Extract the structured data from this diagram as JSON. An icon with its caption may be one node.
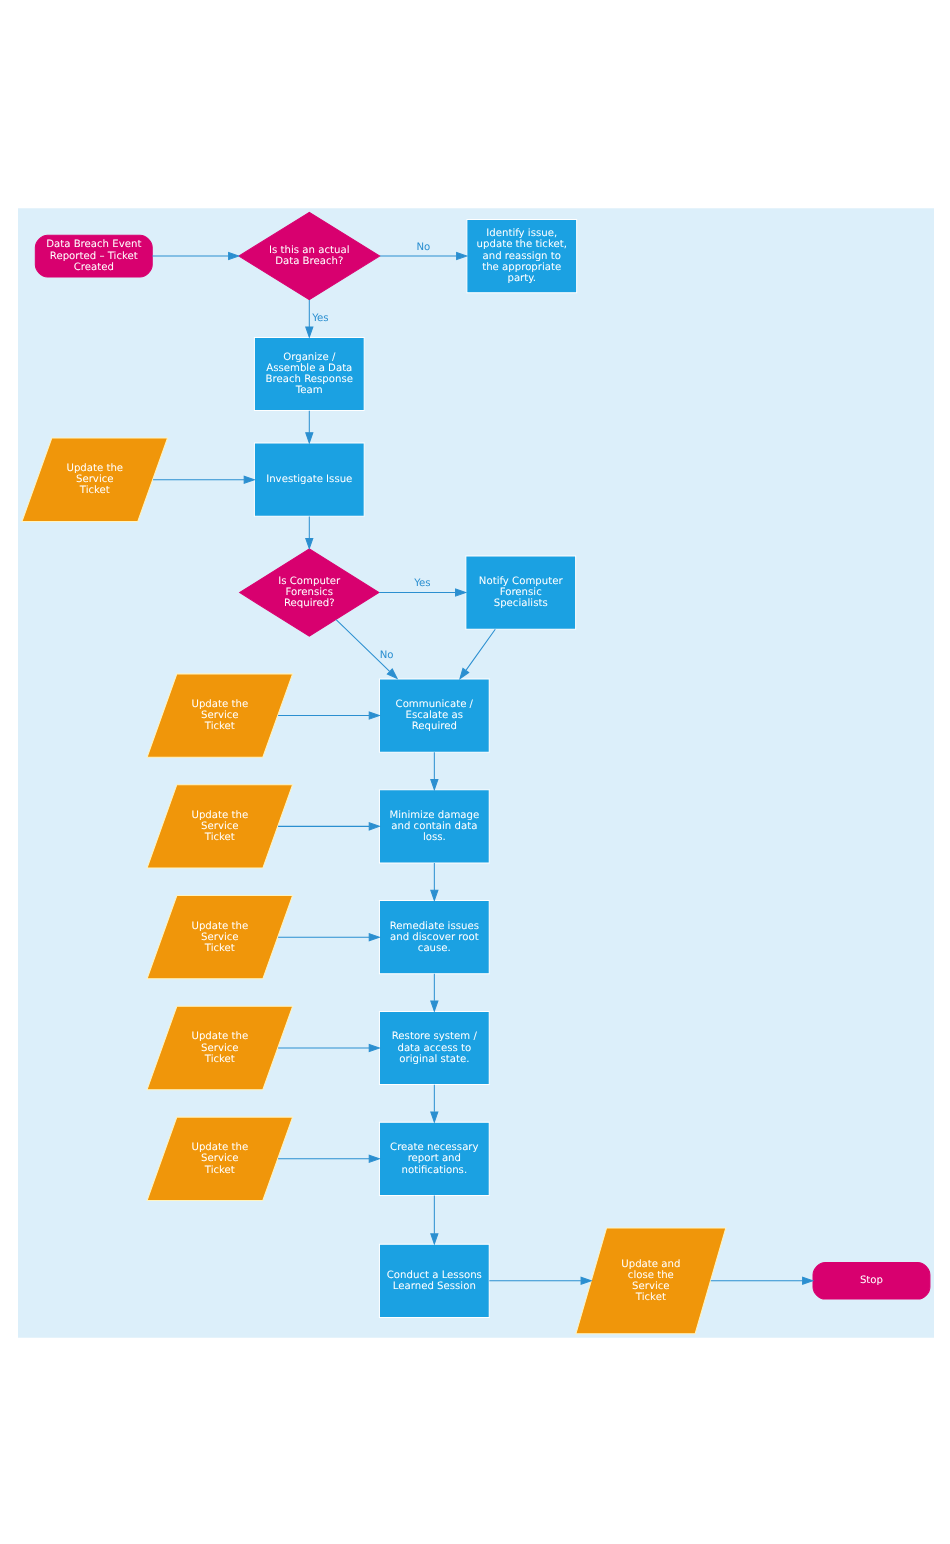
{
  "diagram": {
    "nodes": [
      {
        "text": [
          "Data Breach Event Reported – Ticket Created"
        ]
      },
      {
        "text": [
          "Is this an actual Data Breach?"
        ]
      },
      {
        "text": [
          "Identify issue, update the ticket, and reassign to the appropriate party."
        ]
      },
      {
        "text": [
          "Organize / Assemble a Data Breach Response Team"
        ]
      },
      {
        "text": [
          "Update the Service Ticket"
        ]
      },
      {
        "text": [
          "Investigate Issue"
        ]
      },
      {
        "text": [
          "Is Computer Forensics Required?"
        ]
      },
      {
        "text": [
          "Notify Computer Forensic Specialists"
        ]
      },
      {
        "text": [
          "Update the Service Ticket"
        ]
      },
      {
        "text": [
          "Communicate / Escalate as Required"
        ]
      },
      {
        "text": [
          "Update the Service Ticket"
        ]
      },
      {
        "text": [
          "Minimize damage and contain data loss."
        ]
      },
      {
        "text": [
          "Update the Service Ticket"
        ]
      },
      {
        "text": [
          "Remediate issues and discover root cause."
        ]
      },
      {
        "text": [
          "Update the Service Ticket"
        ]
      },
      {
        "text": [
          "Restore system / data access to original state."
        ]
      },
      {
        "text": [
          "Update the Service Ticket"
        ]
      },
      {
        "text": [
          "Create necessary report and notifications."
        ]
      },
      {
        "text": [
          "Conduct a Lessons Learned Session"
        ]
      },
      {
        "text": [
          "Update and close the Service Ticket"
        ]
      },
      {
        "text": [
          "Stop"
        ]
      }
    ],
    "edges": [
      {
        "from": 0,
        "to": 1,
        "arrow": "to"
      },
      {
        "from": 1,
        "to": 2,
        "arrow": "to",
        "label": "No"
      },
      {
        "from": 1,
        "to": 3,
        "arrow": "to",
        "label": "Yes"
      },
      {
        "from": 3,
        "to": 5,
        "arrow": "to"
      },
      {
        "from": 4,
        "to": 5,
        "arrow": "to"
      },
      {
        "from": 5,
        "to": 6,
        "arrow": "to"
      },
      {
        "from": 6,
        "to": 7,
        "arrow": "to",
        "label": "Yes"
      },
      {
        "from": 6,
        "to": 9,
        "arrow": "to",
        "label": "No"
      },
      {
        "from": 7,
        "to": 9,
        "arrow": "to"
      },
      {
        "from": 8,
        "to": 9,
        "arrow": "to"
      },
      {
        "from": 9,
        "to": 11,
        "arrow": "to"
      },
      {
        "from": 10,
        "to": 11,
        "arrow": "to"
      },
      {
        "from": 11,
        "to": 13,
        "arrow": "to"
      },
      {
        "from": 12,
        "to": 13,
        "arrow": "to"
      },
      {
        "from": 13,
        "to": 15,
        "arrow": "to"
      },
      {
        "from": 14,
        "to": 15,
        "arrow": "to"
      },
      {
        "from": 15,
        "to": 17,
        "arrow": "to"
      },
      {
        "from": 16,
        "to": 17,
        "arrow": "to"
      },
      {
        "from": 17,
        "to": 18,
        "arrow": "to"
      },
      {
        "from": 18,
        "to": 19,
        "arrow": "to"
      },
      {
        "from": 19,
        "to": 20,
        "arrow": "to"
      }
    ]
  }
}
